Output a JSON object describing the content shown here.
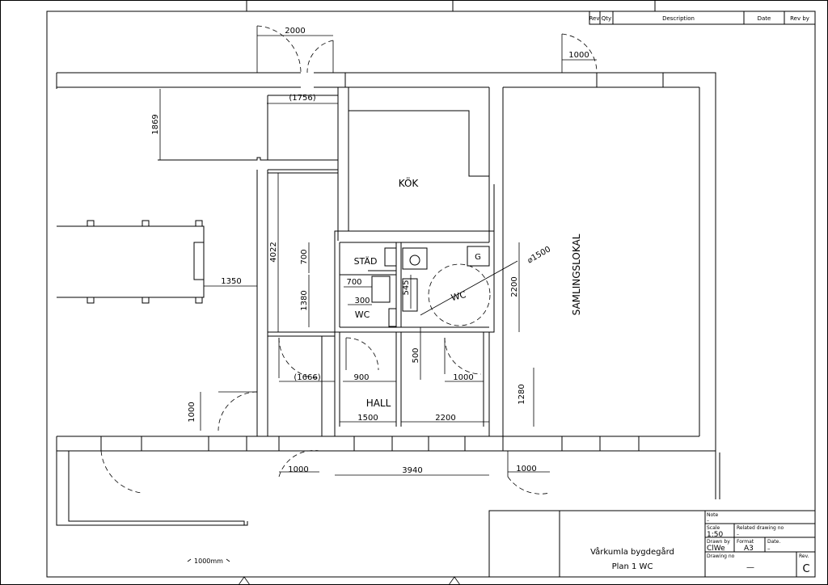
{
  "revision_table": {
    "headers": [
      "Rev",
      "Qty",
      "Description",
      "Date",
      "Rev by"
    ]
  },
  "rooms": {
    "kok": "KÖK",
    "stad": "STÄD",
    "wc_small": "WC",
    "wc_large": "WC",
    "hall": "HALL",
    "samlingslokal": "SAMLINGSLOKAL",
    "g_box": "G"
  },
  "dimensions": {
    "d2000": "2000",
    "d1000_top": "1000",
    "d1756": "(1756)",
    "d1869": "1869",
    "d4022": "4022",
    "d1350": "1350",
    "d700_v": "700",
    "d700_h": "700",
    "d300": "300",
    "d545": "545",
    "d1380": "1380",
    "d_phi1500": "⌀1500",
    "d2200_v": "2200",
    "d500": "500",
    "d1666": "(1666)",
    "d900": "900",
    "d1000_wc": "1000",
    "d1280": "1280",
    "d1000_left": "1000",
    "d1500": "1500",
    "d2200_h": "2200",
    "d1000_bl": "1000",
    "d3940": "3940",
    "d1000_br": "1000"
  },
  "scale_bar": "1000mm",
  "title_block": {
    "project": "Vårkumla bygdegård",
    "sheet": "Plan 1 WC",
    "note_label": "Note",
    "note_value": "–",
    "scale_label": "Scale",
    "scale_value": "1:50",
    "related_label": "Related drawing no",
    "related_value": "–",
    "drawn_label": "Drawn by",
    "drawn_value": "ClWe",
    "format_label": "Format",
    "format_value": "A3",
    "date_label": "Date.",
    "date_value": "–",
    "drawingno_label": "Drawing no",
    "drawingno_value": "—",
    "rev_label": "Rev.",
    "rev_value": "C"
  }
}
